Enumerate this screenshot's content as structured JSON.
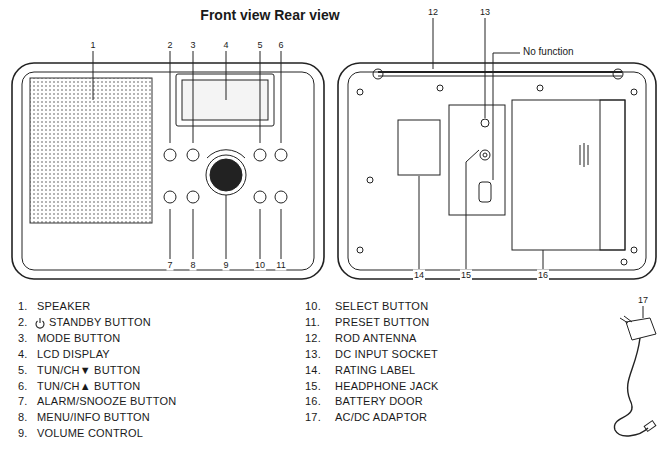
{
  "diagram": {
    "title": "Front view Rear view",
    "labels": [
      "No function",
      "1",
      "2",
      "3",
      "4",
      "5",
      "6",
      "7",
      "8",
      "9",
      "10",
      "11",
      "12",
      "13",
      "14",
      "15",
      "16",
      "17",
      "1.",
      "SPEAKER",
      "2.",
      "STANDBY BUTTON",
      "3.",
      "MODE BUTTON",
      "4.",
      "LCD DISPLAY",
      "5.",
      "TUN/CH▼ BUTTON",
      "6.",
      "TUN/CH▲ BUTTON",
      "7.",
      "ALARM/SNOOZE BUTTON",
      "8.",
      "MENU/INFO BUTTON",
      "9.",
      "VOLUME CONTROL",
      "10.",
      "SELECT BUTTON",
      "11.",
      "PRESET BUTTON",
      "12.",
      "ROD ANTENNA",
      "13.",
      "DC INPUT SOCKET",
      "14.",
      "RATING LABEL",
      "15.",
      "HEADPHONE JACK",
      "16.",
      "BATTERY DOOR",
      "17.",
      "AC/DC ADAPTOR"
    ]
  }
}
